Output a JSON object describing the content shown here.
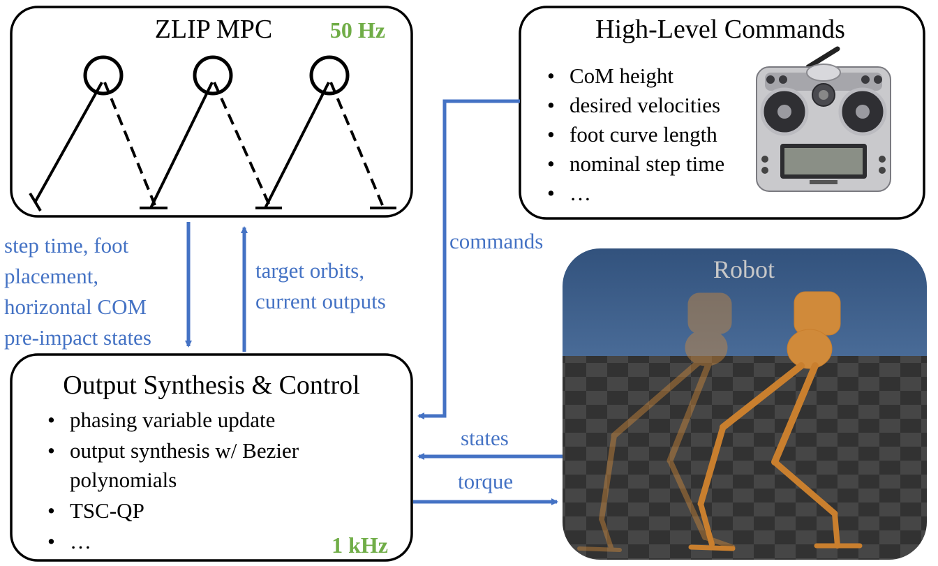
{
  "mpc": {
    "title": "ZLIP MPC",
    "rate": "50 Hz"
  },
  "commands": {
    "title": "High-Level Commands",
    "items": [
      "CoM height",
      "desired velocities",
      "foot curve length",
      "nominal step time",
      "…"
    ]
  },
  "robot": {
    "title": "Robot"
  },
  "synthesis": {
    "title": "Output Synthesis & Control",
    "items": [
      [
        "phasing variable update"
      ],
      [
        "output synthesis w/ Bezier",
        "polynomials"
      ],
      [
        "TSC-QP"
      ],
      [
        "…"
      ]
    ],
    "rate": "1 kHz"
  },
  "arrows": {
    "down_label": [
      "step time, foot",
      "placement,",
      "horizontal COM",
      "pre-impact states"
    ],
    "up_label": [
      "target orbits,",
      "current outputs"
    ],
    "commands_label": "commands",
    "states_label": "states",
    "torque_label": "torque"
  },
  "colors": {
    "arrow": "#4472c4",
    "rate": "#70ad47",
    "robot_sky": "#3d5f8c",
    "robot_floor": "#4a4a4a",
    "robot_body": "#d08a3a"
  }
}
